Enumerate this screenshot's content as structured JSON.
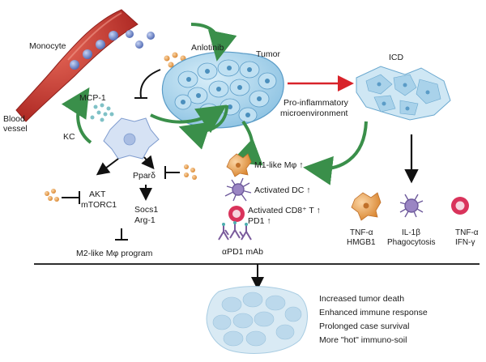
{
  "labels": {
    "monocyte": "Monocyte",
    "anlotinib": "Anlotinib",
    "tumor": "Tumor",
    "icd": "ICD",
    "blood_vessel_1": "Blood",
    "blood_vessel_2": "vessel",
    "mcp1": "MCP-1",
    "kc": "KC",
    "pro_inflam_1": "Pro-inflammatory",
    "pro_inflam_2": "microenvironment",
    "ppard": "Pparδ",
    "akt": "AKT",
    "mtorc1": "mTORC1",
    "socs1": "Socs1",
    "arg1": "Arg-1",
    "m2_program": "M2-like Mφ program",
    "m1_like": "M1-like Mφ ↑",
    "activated_dc": "Activated DC ↑",
    "activated_cd8": "Activated CD8⁺ T ↑",
    "pd1": "PD1 ↑",
    "apd1": "αPD1 mAb",
    "tnfa_1": "TNF-α",
    "hmgb1": "HMGB1",
    "il1b": "IL-1β",
    "phagocytosis": "Phagocytosis",
    "tnfa_2": "TNF-α",
    "ifng": "IFN-γ"
  },
  "outcomes": [
    "Increased tumor death",
    "Enhanced immune response",
    "Prolonged case survival",
    "More \"hot\" immuno-soil"
  ],
  "colors": {
    "vessel": "#c93a36",
    "monocyte": "#6f86c9",
    "drug": "#e9a25a",
    "tumor": "#a9d5ec",
    "tumor_edge": "#5b9cc7",
    "kc": "#c7d5ee",
    "dc": "#8e79b8",
    "cd8": "#d9335b",
    "antibody": "#7a5b9c",
    "red_arrow": "#d8232a",
    "green_arrow": "#3a8f4a",
    "outcome_cells": "#d4e6f1"
  }
}
